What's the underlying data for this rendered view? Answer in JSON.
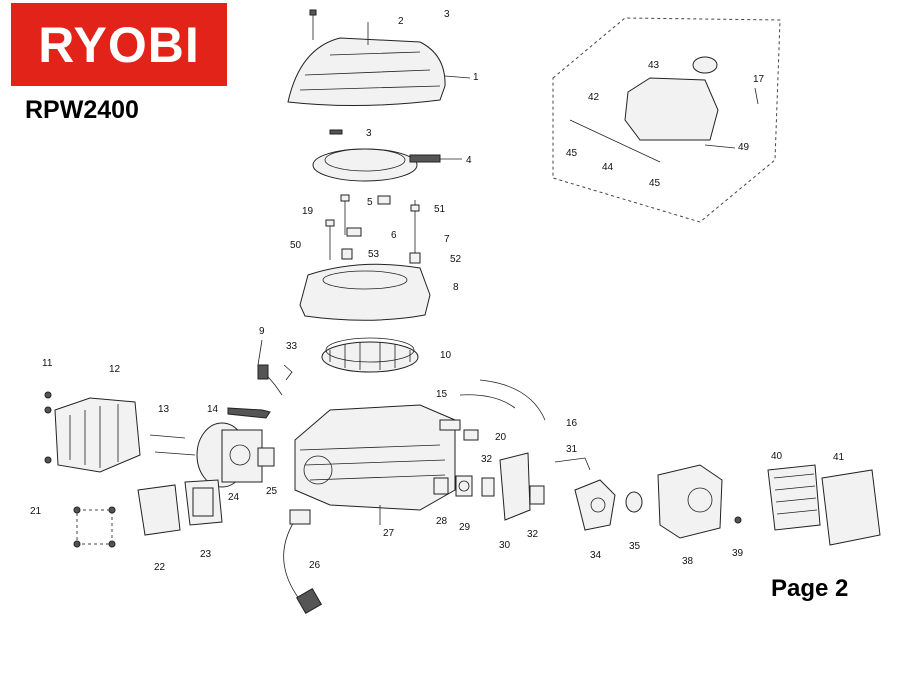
{
  "brand": {
    "logo_text": "RYOBI",
    "color": "#e2231a"
  },
  "model": "RPW2400",
  "page_label": "Page 2",
  "callouts": [
    "1",
    "2",
    "3",
    "3",
    "4",
    "5",
    "6",
    "7",
    "8",
    "9",
    "10",
    "11",
    "12",
    "13",
    "14",
    "15",
    "16",
    "17",
    "19",
    "20",
    "21",
    "22",
    "23",
    "24",
    "25",
    "26",
    "27",
    "28",
    "29",
    "30",
    "31",
    "32",
    "32",
    "33",
    "34",
    "35",
    "38",
    "39",
    "40",
    "41",
    "42",
    "43",
    "44",
    "45",
    "45",
    "49",
    "50",
    "51",
    "52",
    "53"
  ]
}
